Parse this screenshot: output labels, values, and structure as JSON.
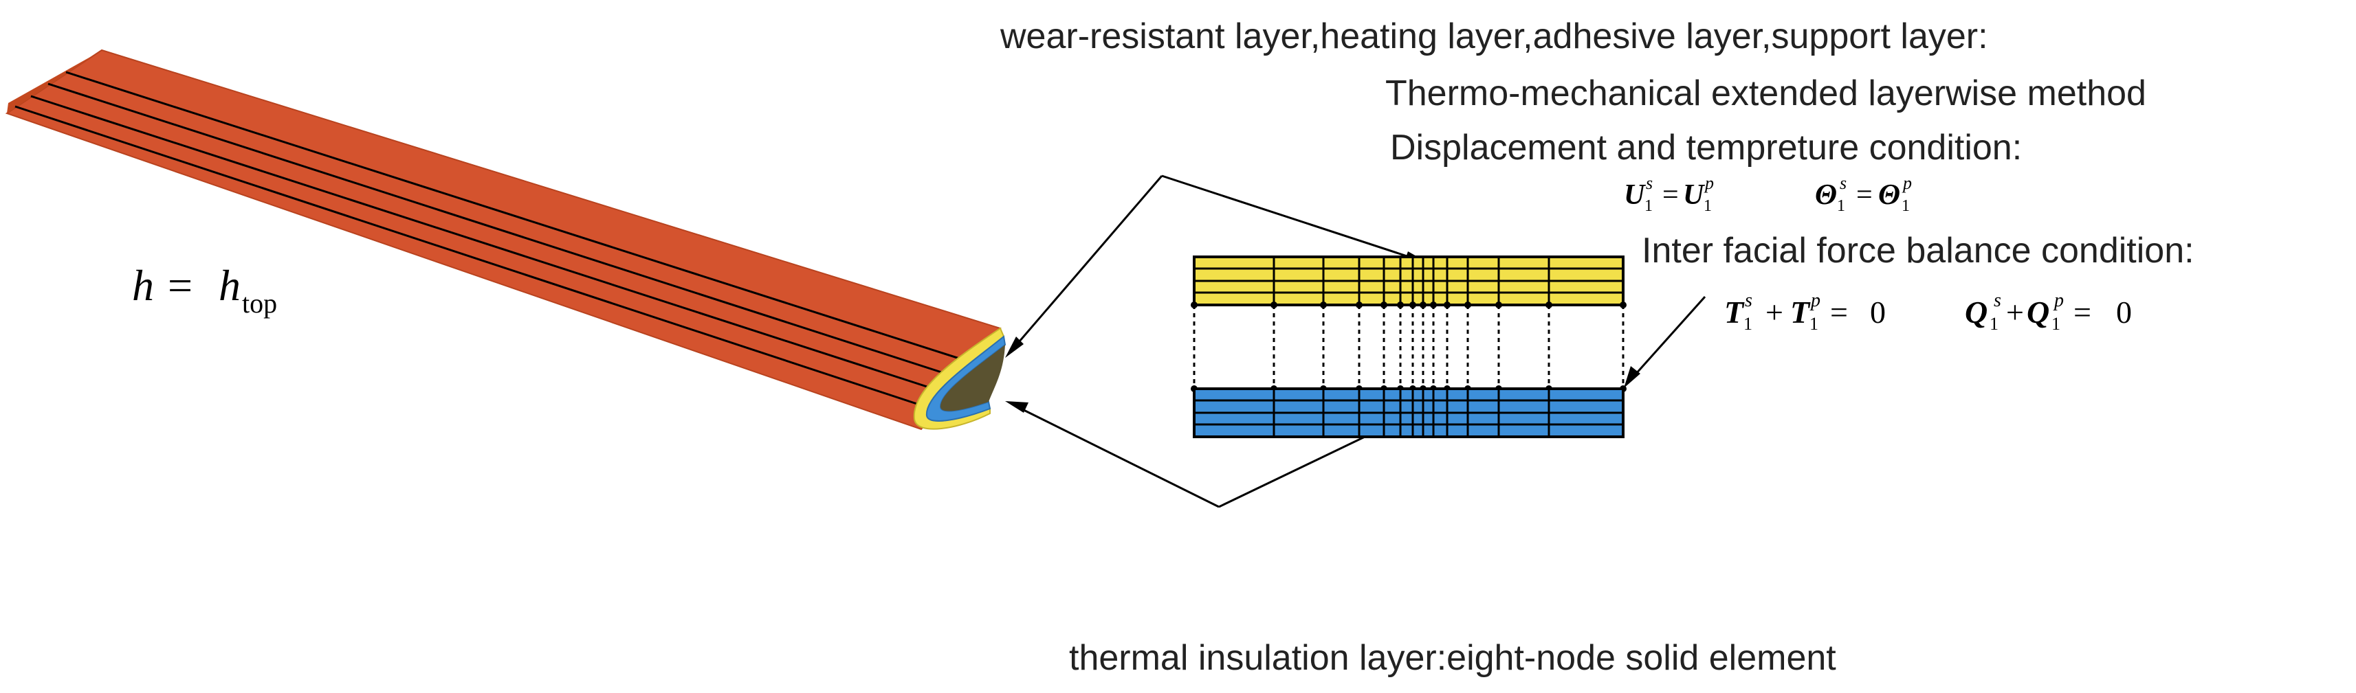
{
  "labels": {
    "layers_group": "wear-resistant layer,heating layer,adhesive layer,support layer:",
    "method": "Thermo-mechanical extended layerwise method",
    "disp_temp_condition": "Displacement and tempreture condition:",
    "interface_force_condition": "Inter facial force balance condition:",
    "insulation_layer": "thermal insulation layer:eight-node solid element"
  },
  "equations": {
    "height": {
      "lhs": "h",
      "eq": "=",
      "rhs": "h",
      "sub": "top"
    },
    "displacement": {
      "a": "U",
      "a_sub": "1",
      "a_sup": "s",
      "eq": "=",
      "b": "U",
      "b_sub": "1",
      "b_sup": "p"
    },
    "temperature": {
      "a": "Θ",
      "a_sub": "1",
      "a_sup": "s",
      "eq": "=",
      "b": "Θ",
      "b_sub": "1",
      "b_sup": "p"
    },
    "force_balance": {
      "a": "T",
      "a_sub": "1",
      "a_sup": "s",
      "plus": "+",
      "b": "T",
      "b_sub": "1",
      "b_sup": "p",
      "eq": "=",
      "rhs": "0"
    },
    "heat_balance": {
      "a": "Q",
      "a_sub": "1",
      "a_sup": "s",
      "plus": "+",
      "b": "Q",
      "b_sub": "1",
      "b_sup": "p",
      "eq": "=",
      "rhs": "0"
    }
  },
  "colors": {
    "blade": "#d4532e",
    "blade_edge": "#b8431f",
    "shell_yellow": "#f2e04a",
    "core_blue": "#3d8fd9",
    "cavity": "#5a5230",
    "lines": "#000000"
  }
}
